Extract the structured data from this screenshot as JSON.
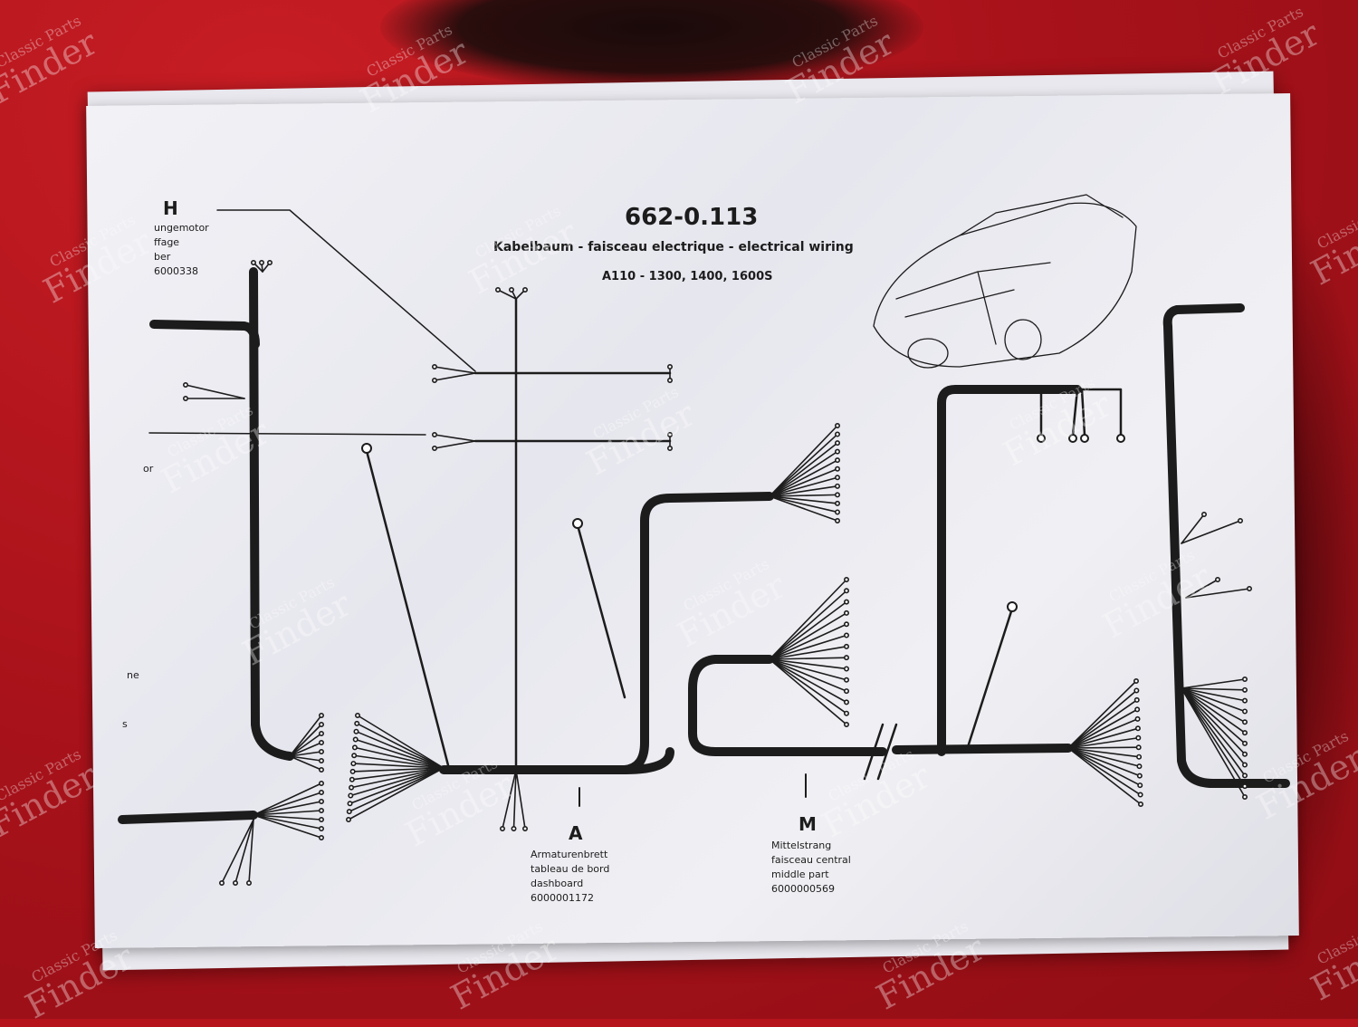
{
  "document": {
    "title": "662-0.113",
    "subtitle": "Kabelbaum - faisceau electrique - electrical wiring",
    "models": "A110 - 1300, 1400, 1600S"
  },
  "labels": {
    "h": {
      "letter": "H",
      "lines": [
        "ungemotor",
        "ffage",
        "ber",
        "6000338"
      ]
    },
    "a": {
      "letter": "A",
      "lines": [
        "Armaturenbrett",
        "tableau de bord",
        "dashboard",
        "6000001172"
      ]
    },
    "m": {
      "letter": "M",
      "lines": [
        "Mittelstrang",
        "faisceau central",
        "middle part",
        "6000000569"
      ]
    },
    "left_fragments": [
      "or",
      "ne",
      "s"
    ]
  },
  "watermark": {
    "line1": "Classic Parts",
    "line2": "Finder"
  },
  "colors": {
    "fabric": "#b5141c",
    "paper": "#ececf2",
    "ink": "#1c1c1c"
  }
}
